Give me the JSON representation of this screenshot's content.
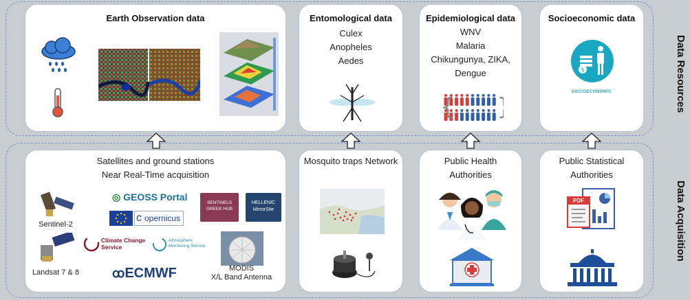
{
  "resources": {
    "side_label": "Data Resources",
    "eo": {
      "title": "Earth Observation data"
    },
    "ento": {
      "title": "Entomological data",
      "items": [
        "Culex",
        "Anopheles",
        "Aedes"
      ]
    },
    "epi": {
      "title": "Epidemiological data",
      "items": [
        "WNV",
        "Malaria",
        "Chikungunya, ZIKA,",
        "Dengue"
      ]
    },
    "socio": {
      "title": "Socioeconomic data",
      "badge": "SOCIOECONOMIC"
    }
  },
  "acquisition": {
    "side_label": "Data Acquisition",
    "sat": {
      "lines": [
        "Satellites and ground stations",
        "Near Real-Time acquisition"
      ],
      "sentinel": "Sentinel-2",
      "landsat": "Landsat 7 & 8",
      "geoss": "GEOSS Portal",
      "copernicus": "opernicus",
      "sentinels_hub": "SENTINELS GREEK HUB",
      "hellenic": "HELLENIC MirrorSite",
      "climate": "Climate Change Service",
      "atmosphere": "Atmosphere Monitoring Service",
      "ecmwf": "ECMWF",
      "modis_lines": [
        "MODIS",
        "X/L Band Antenna"
      ]
    },
    "mosq": {
      "lines": [
        "Mosquito traps Network"
      ]
    },
    "health": {
      "lines": [
        "Public Health",
        "Authorities"
      ]
    },
    "stat": {
      "lines": [
        "Public Statistical",
        "Authorities"
      ],
      "pdf": "PDF"
    }
  },
  "colors": {
    "band_border": "#7b93c9",
    "accent_teal": "#1aa7c3",
    "red": "#d93a3a",
    "blue": "#2f5fa8"
  }
}
